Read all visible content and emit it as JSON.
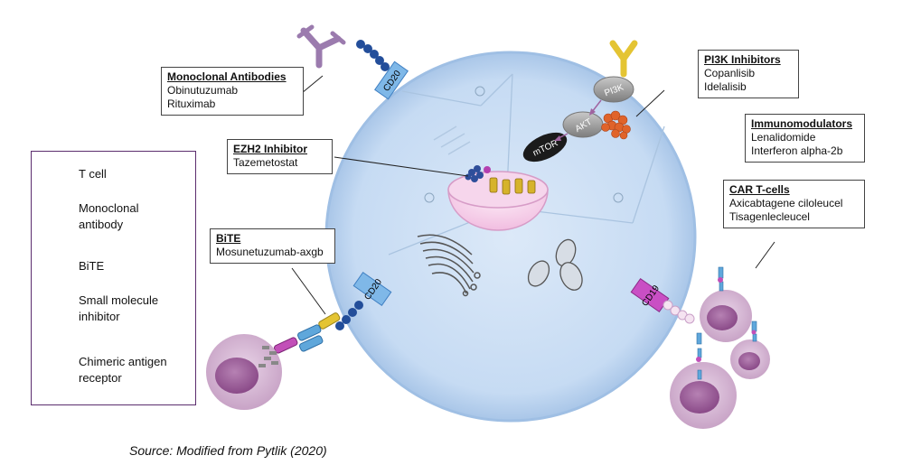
{
  "boxes": {
    "mab": {
      "title": "Monoclonal Antibodies",
      "items": [
        "Obinutuzumab",
        "Rituximab"
      ]
    },
    "pi3k": {
      "title": "PI3K Inhibitors",
      "items": [
        "Copanlisib",
        "Idelalisib"
      ]
    },
    "immuno": {
      "title": "Immunomodulators",
      "items": [
        "Lenalidomide",
        "Interferon alpha-2b"
      ]
    },
    "car": {
      "title": "CAR T-cells",
      "items": [
        "Axicabtagene ciloleucel",
        "Tisagenlecleucel"
      ]
    },
    "ezh2": {
      "title": "EZH2 Inhibitor",
      "items": [
        "Tazemetostat"
      ]
    },
    "bite": {
      "title": "BiTE",
      "items": [
        "Mosunetuzumab-axgb"
      ]
    }
  },
  "cell_labels": {
    "cd20_top": "CD20",
    "cd20_bottom": "CD20",
    "cd19": "CD19",
    "pi3k": "PI3K",
    "akt": "AKT",
    "mtor": "mTOR"
  },
  "legend": {
    "items": [
      {
        "label": "T cell",
        "icon": "t-cell-icon"
      },
      {
        "label": "Monoclonal\nantibody",
        "icon": "antibody-icon"
      },
      {
        "label": "BiTE",
        "icon": "bite-icon"
      },
      {
        "label": "Small molecule\ninhibitor",
        "icon": "small-molecule-icon"
      },
      {
        "label": "Chimeric antigen\nreceptor",
        "icon": "car-icon"
      }
    ]
  },
  "source": "Source: Modified from Pytlik (2020)",
  "colors": {
    "cell": "#c9def5",
    "membrane": "#a9c8ea",
    "tcell": "#c9a0c8",
    "tcell_nucleus": "#9b5b9b",
    "antibody": "#9b7bae",
    "bite_yellow": "#e4c433",
    "bite_blue": "#5fa7db",
    "bite_pink": "#c24fb8",
    "inhibitor": "#e0632a",
    "cd20": "#7fb8e8",
    "cd19": "#c94fc4"
  }
}
